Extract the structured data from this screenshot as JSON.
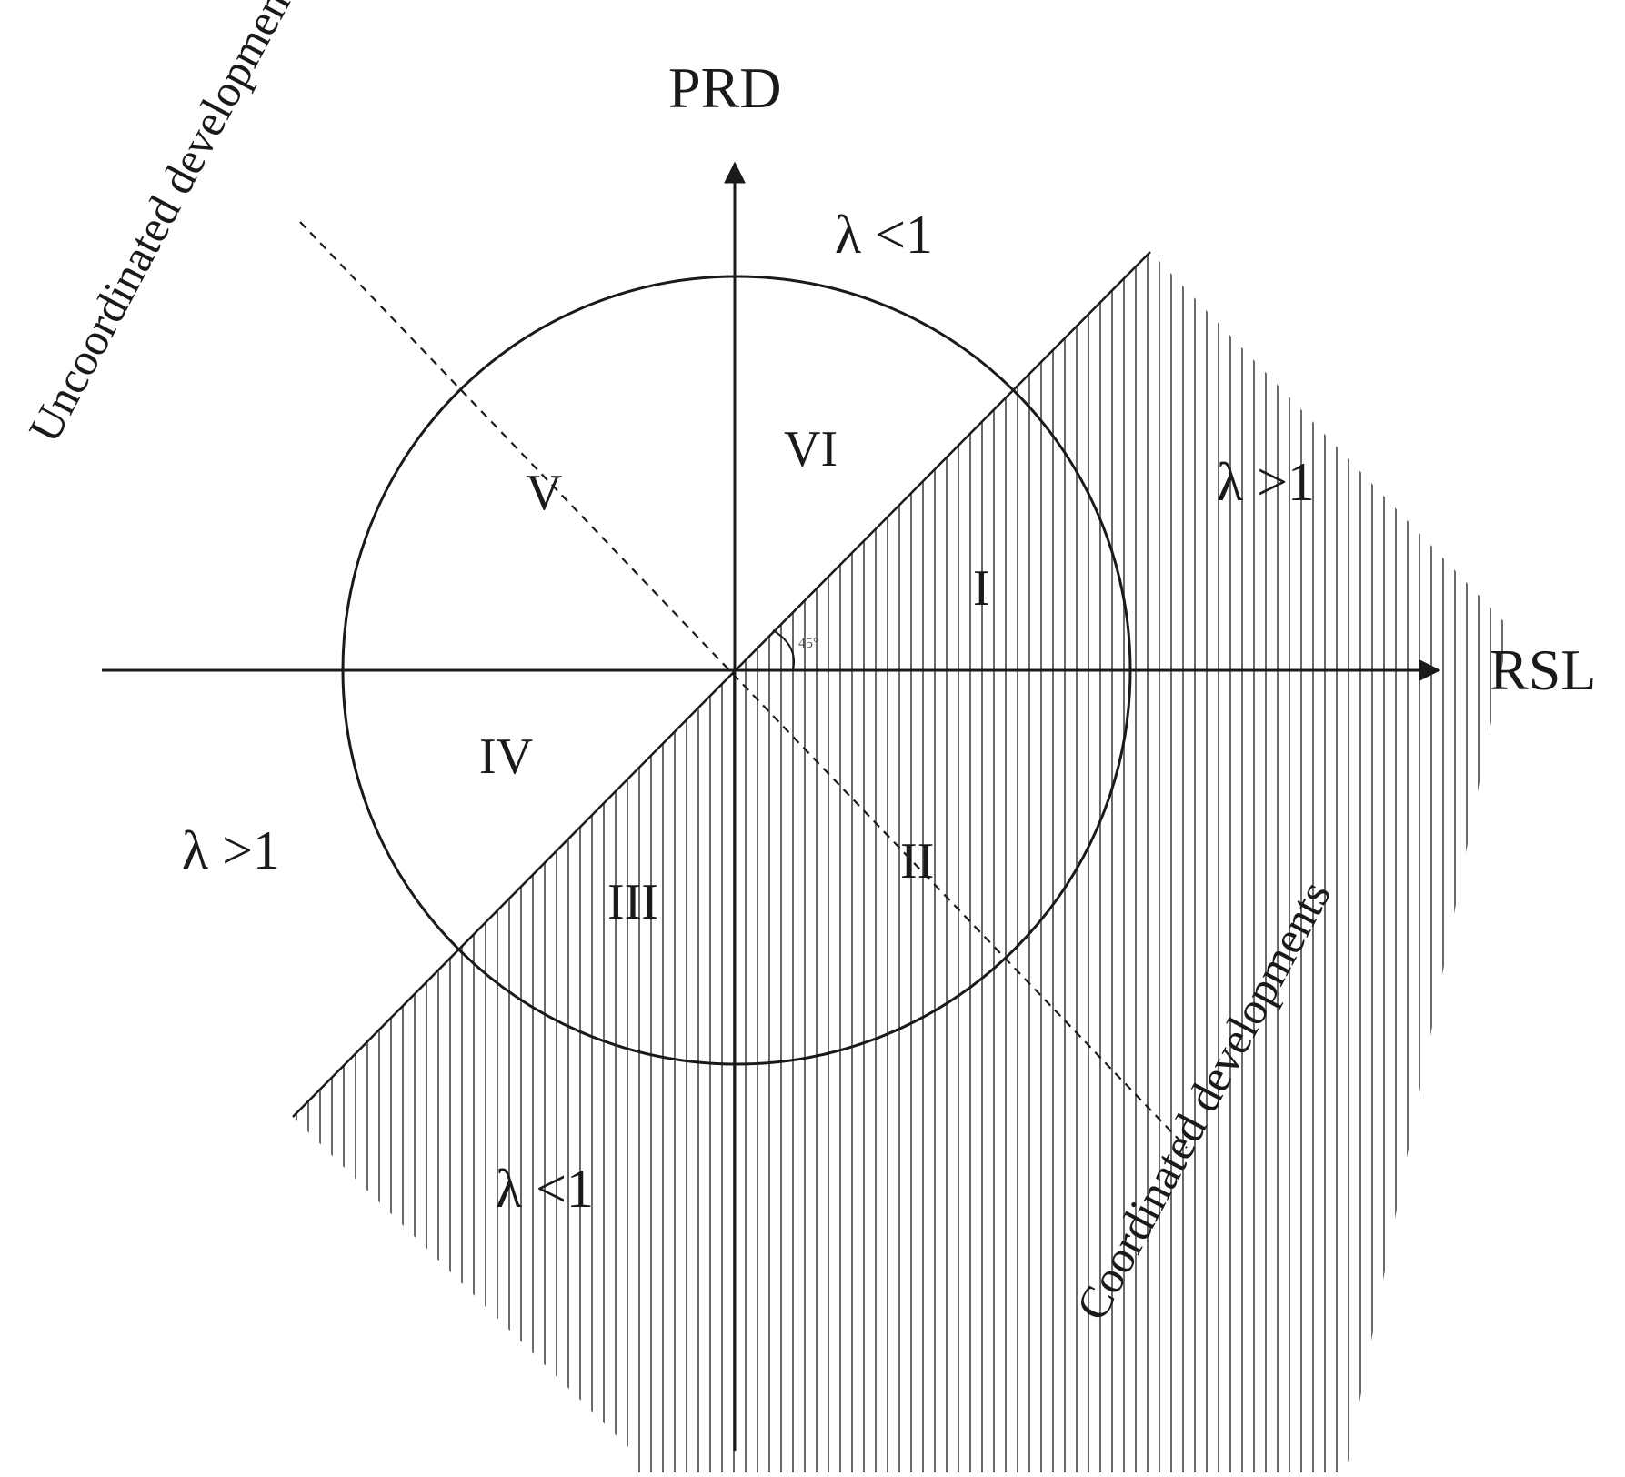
{
  "axes": {
    "vertical_label": "PRD",
    "horizontal_label": "RSL"
  },
  "regions": {
    "r1": "I",
    "r2": "II",
    "r3": "III",
    "r4": "IV",
    "r5": "V",
    "r6": "VI"
  },
  "conditions": {
    "top": "λ <1",
    "right": "λ >1",
    "left": "λ >1",
    "bottom": "λ <1"
  },
  "angle_label": "45°",
  "diagonals": {
    "uncoordinated": "Uncoordinated developments",
    "coordinated": "Coordinated developments"
  },
  "colors": {
    "stroke": "#1a1a1a",
    "hatch": "#6a6a6a",
    "background": "#ffffff"
  }
}
